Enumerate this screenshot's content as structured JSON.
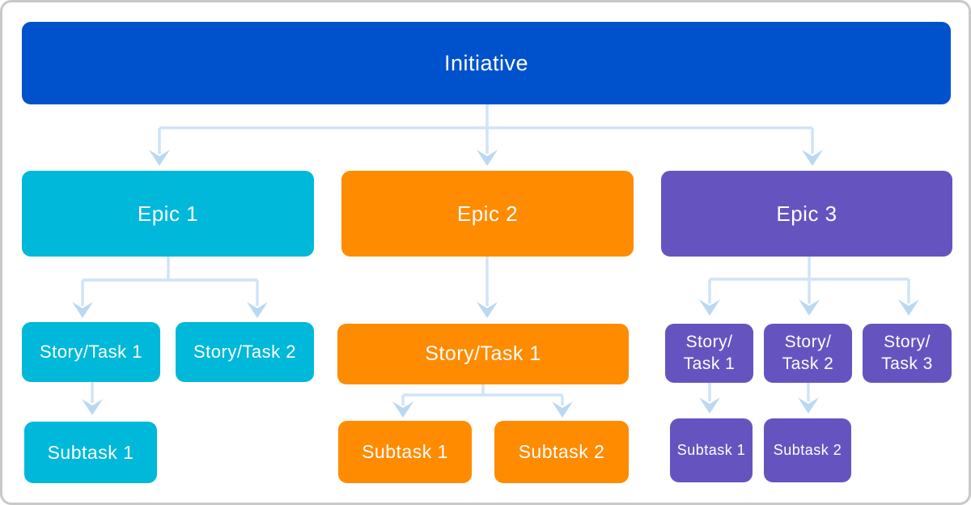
{
  "colors": {
    "initiative": "#0052CC",
    "epic1_branch": "#00B8D9",
    "epic2_branch": "#FF8B00",
    "epic3_branch": "#6554C0",
    "connector_line": "#CFE4F7",
    "connector_arrow": "#B9D8F2",
    "frame_border": "#C9C9C9",
    "node_text": "#FFFFFF"
  },
  "diagram": {
    "initiative": {
      "label": "Initiative"
    },
    "epics": [
      {
        "label": "Epic 1",
        "stories": [
          "Story/Task 1",
          "Story/Task 2"
        ],
        "subtasks": [
          "Subtask 1"
        ]
      },
      {
        "label": "Epic 2",
        "stories": [
          "Story/Task 1"
        ],
        "subtasks": [
          "Subtask 1",
          "Subtask 2"
        ]
      },
      {
        "label": "Epic 3",
        "stories": [
          "Story/\nTask 1",
          "Story/\nTask 2",
          "Story/\nTask 3"
        ],
        "subtasks": [
          "Subtask 1",
          "Subtask 2"
        ]
      }
    ]
  }
}
